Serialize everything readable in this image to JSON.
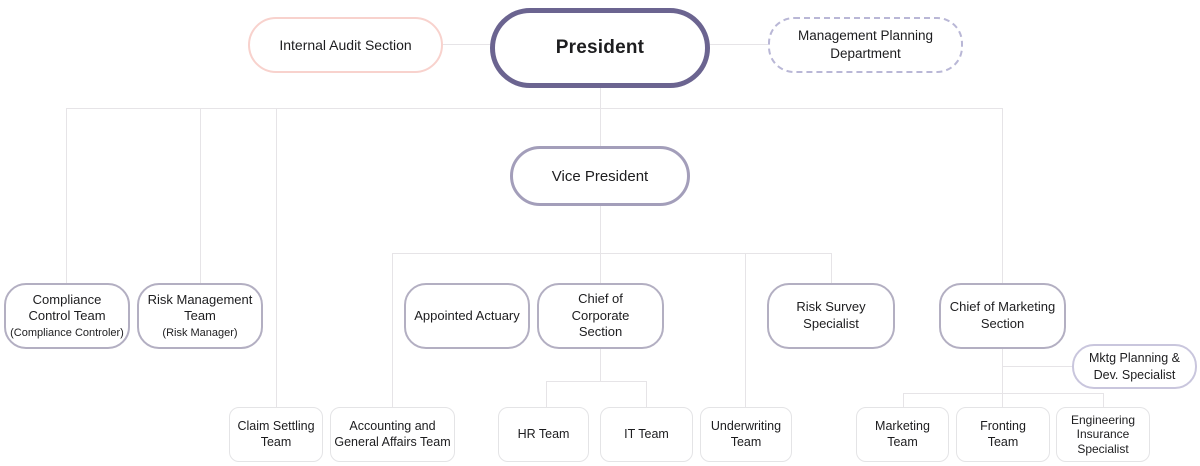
{
  "colors": {
    "president_border": "#6b6490",
    "vice_president_border": "#a39eba",
    "section_border": "#b3afc2",
    "internal_audit_border": "#f8d2cd",
    "dashed_department_border": "#b9b7d6",
    "mktg_specialist_border": "#c9c6dd",
    "team_border": "#e4e4e6",
    "connector_line": "#e6e4e7",
    "text": "#1d1d1f"
  },
  "nodes": {
    "president": {
      "label": "President"
    },
    "internal_audit": {
      "label": "Internal Audit Section"
    },
    "management_planning": {
      "label": "Management Planning\nDepartment"
    },
    "vice_president": {
      "label": "Vice President"
    },
    "compliance": {
      "label": "Compliance\nControl Team",
      "sub": "(Compliance Controler)"
    },
    "risk_management": {
      "label": "Risk Management\nTeam",
      "sub": "(Risk Manager)"
    },
    "appointed_actuary": {
      "label": "Appointed Actuary"
    },
    "chief_corporate": {
      "label": "Chief of\nCorporate\nSection"
    },
    "risk_survey": {
      "label": "Risk Survey\nSpecialist"
    },
    "chief_marketing": {
      "label": "Chief of Marketing\nSection"
    },
    "mktg_planning": {
      "label": "Mktg Planning &\nDev. Specialist"
    },
    "claim_settling": {
      "label": "Claim Settling\nTeam"
    },
    "accounting": {
      "label": "Accounting and\nGeneral Affairs Team"
    },
    "hr": {
      "label": "HR Team"
    },
    "it": {
      "label": "IT Team"
    },
    "underwriting": {
      "label": "Underwriting\nTeam"
    },
    "marketing_team": {
      "label": "Marketing\nTeam"
    },
    "fronting_team": {
      "label": "Fronting\nTeam"
    },
    "engineering": {
      "label": "Engineering\nInsurance\nSpecialist"
    }
  }
}
